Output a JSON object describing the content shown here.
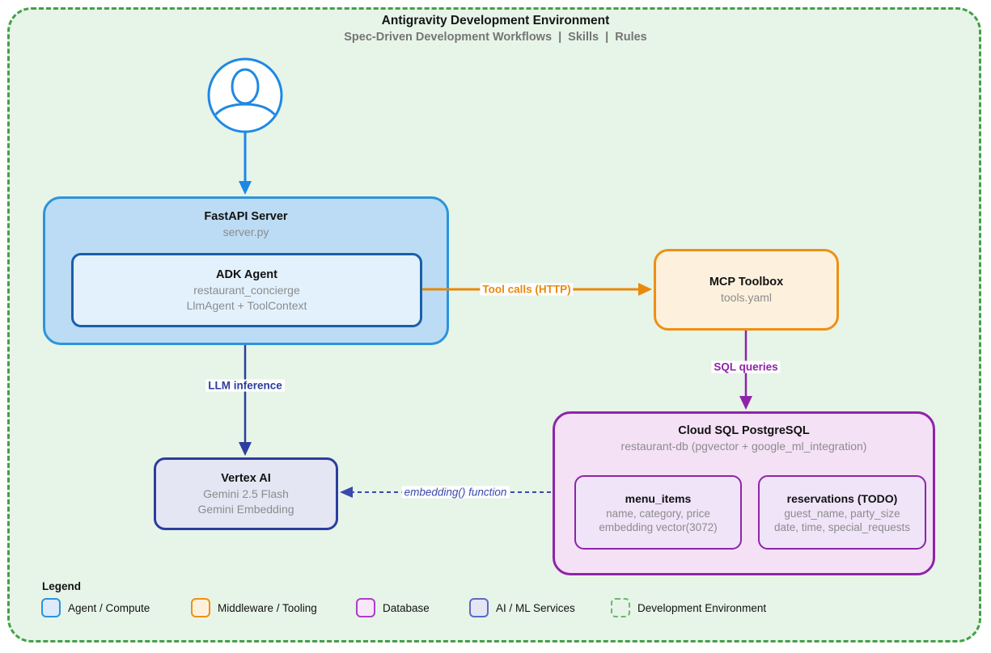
{
  "title": "Antigravity Development Environment",
  "subtitle": "Spec-Driven Development Workflows  |  Skills  |  Rules",
  "colors": {
    "env_background": "#E7F4E8",
    "env_border": "#43A047",
    "user_icon": "#1E88E5",
    "agent_fill": "#BBDCF4",
    "agent_border": "#2E93DB",
    "adk_fill": "#E3F1FC",
    "adk_border": "#1A5FA8",
    "middleware_fill": "#FDF1DE",
    "middleware_border": "#EE9014",
    "database_fill": "#F4E1F6",
    "database_border": "#8E24AA",
    "database_inner_fill": "#EFE4F8",
    "ai_fill": "#E4E6F4",
    "ai_border": "#2C3E9E"
  },
  "nodes": {
    "fastapi": {
      "title": "FastAPI Server",
      "subtitle": "server.py"
    },
    "adk": {
      "title": "ADK Agent",
      "line1": "restaurant_concierge",
      "line2": "LlmAgent + ToolContext"
    },
    "mcp": {
      "title": "MCP Toolbox",
      "subtitle": "tools.yaml"
    },
    "cloudsql": {
      "title": "Cloud SQL PostgreSQL",
      "subtitle": "restaurant-db (pgvector + google_ml_integration)"
    },
    "menu_items": {
      "title": "menu_items",
      "line1": "name, category, price",
      "line2": "embedding vector(3072)"
    },
    "reservations": {
      "title": "reservations (TODO)",
      "line1": "guest_name, party_size",
      "line2": "date, time, special_requests"
    },
    "vertex": {
      "title": "Vertex AI",
      "line1": "Gemini 2.5 Flash",
      "line2": "Gemini Embedding"
    }
  },
  "edges": {
    "user_to_fastapi": {
      "color": "#1E88E5"
    },
    "tool_calls": {
      "label": "Tool calls (HTTP)",
      "color": "#E8890C"
    },
    "sql_queries": {
      "label": "SQL queries",
      "color": "#8E24AA"
    },
    "llm_inference": {
      "label": "LLM inference",
      "color": "#2C3E9E"
    },
    "embedding_fn": {
      "label": "embedding() function",
      "color": "#3949AB"
    }
  },
  "legend": {
    "title": "Legend",
    "items": [
      {
        "label": "Agent / Compute",
        "fill": "#DCEAFB",
        "border": "#2E93DB",
        "style": "solid"
      },
      {
        "label": "Middleware / Tooling",
        "fill": "#FDF1DE",
        "border": "#EE9014",
        "style": "solid"
      },
      {
        "label": "Database",
        "fill": "#F8E7FA",
        "border": "#AB3FC4",
        "style": "solid"
      },
      {
        "label": "AI / ML Services",
        "fill": "#E4E6F4",
        "border": "#5C6BC0",
        "style": "solid"
      },
      {
        "label": "Development Environment",
        "fill": "transparent",
        "border": "#66BB6A",
        "style": "dashed"
      }
    ]
  }
}
